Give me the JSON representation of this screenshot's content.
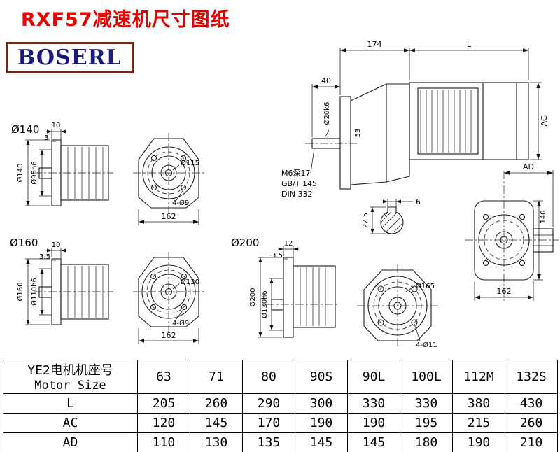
{
  "page": {
    "title": "RXF57减速机尺寸图纸",
    "logo_text": "BOSERL"
  },
  "drawings": {
    "f140": {
      "label": "Ø140",
      "d10": "10",
      "d3": "3",
      "od": "Ø140",
      "spigot": "Ø95h6",
      "bolt_circle": "Ø115",
      "holes": "4-Ø9",
      "width": "162"
    },
    "f160": {
      "label": "Ø160",
      "d10": "10",
      "d35": "3.5",
      "od": "Ø160",
      "spigot": "Ø110h6",
      "bolt_circle": "Ø130",
      "holes": "4-Ø9",
      "width": "162"
    },
    "f200": {
      "label": "Ø200",
      "d12": "12",
      "d35": "3.5",
      "od": "Ø200",
      "spigot": "Ø130h6",
      "bolt_circle": "Ø165",
      "holes": "4-Ø11"
    },
    "main": {
      "d174": "174",
      "dL": "L",
      "d40": "40",
      "shaft_dia": "Ø20k6",
      "d53": "53",
      "ac": "AC",
      "tap1": "M6深17",
      "tap2": "GB/T 145",
      "tap3": "DIN 332",
      "key_w": "6",
      "key_d": "22.5",
      "ad": "AD",
      "d140": "140",
      "d162": "162"
    }
  },
  "table": {
    "header": {
      "line1": "YE2电机机座号",
      "line2": "Motor Size"
    },
    "columns": [
      "63",
      "71",
      "80",
      "90S",
      "90L",
      "100L",
      "112M",
      "132S"
    ],
    "rows": [
      {
        "label": "L",
        "values": [
          "205",
          "260",
          "290",
          "300",
          "330",
          "330",
          "380",
          "430"
        ]
      },
      {
        "label": "AC",
        "values": [
          "120",
          "145",
          "170",
          "190",
          "190",
          "195",
          "215",
          "260"
        ]
      },
      {
        "label": "AD",
        "values": [
          "110",
          "130",
          "135",
          "145",
          "145",
          "180",
          "190",
          "210"
        ]
      }
    ]
  }
}
